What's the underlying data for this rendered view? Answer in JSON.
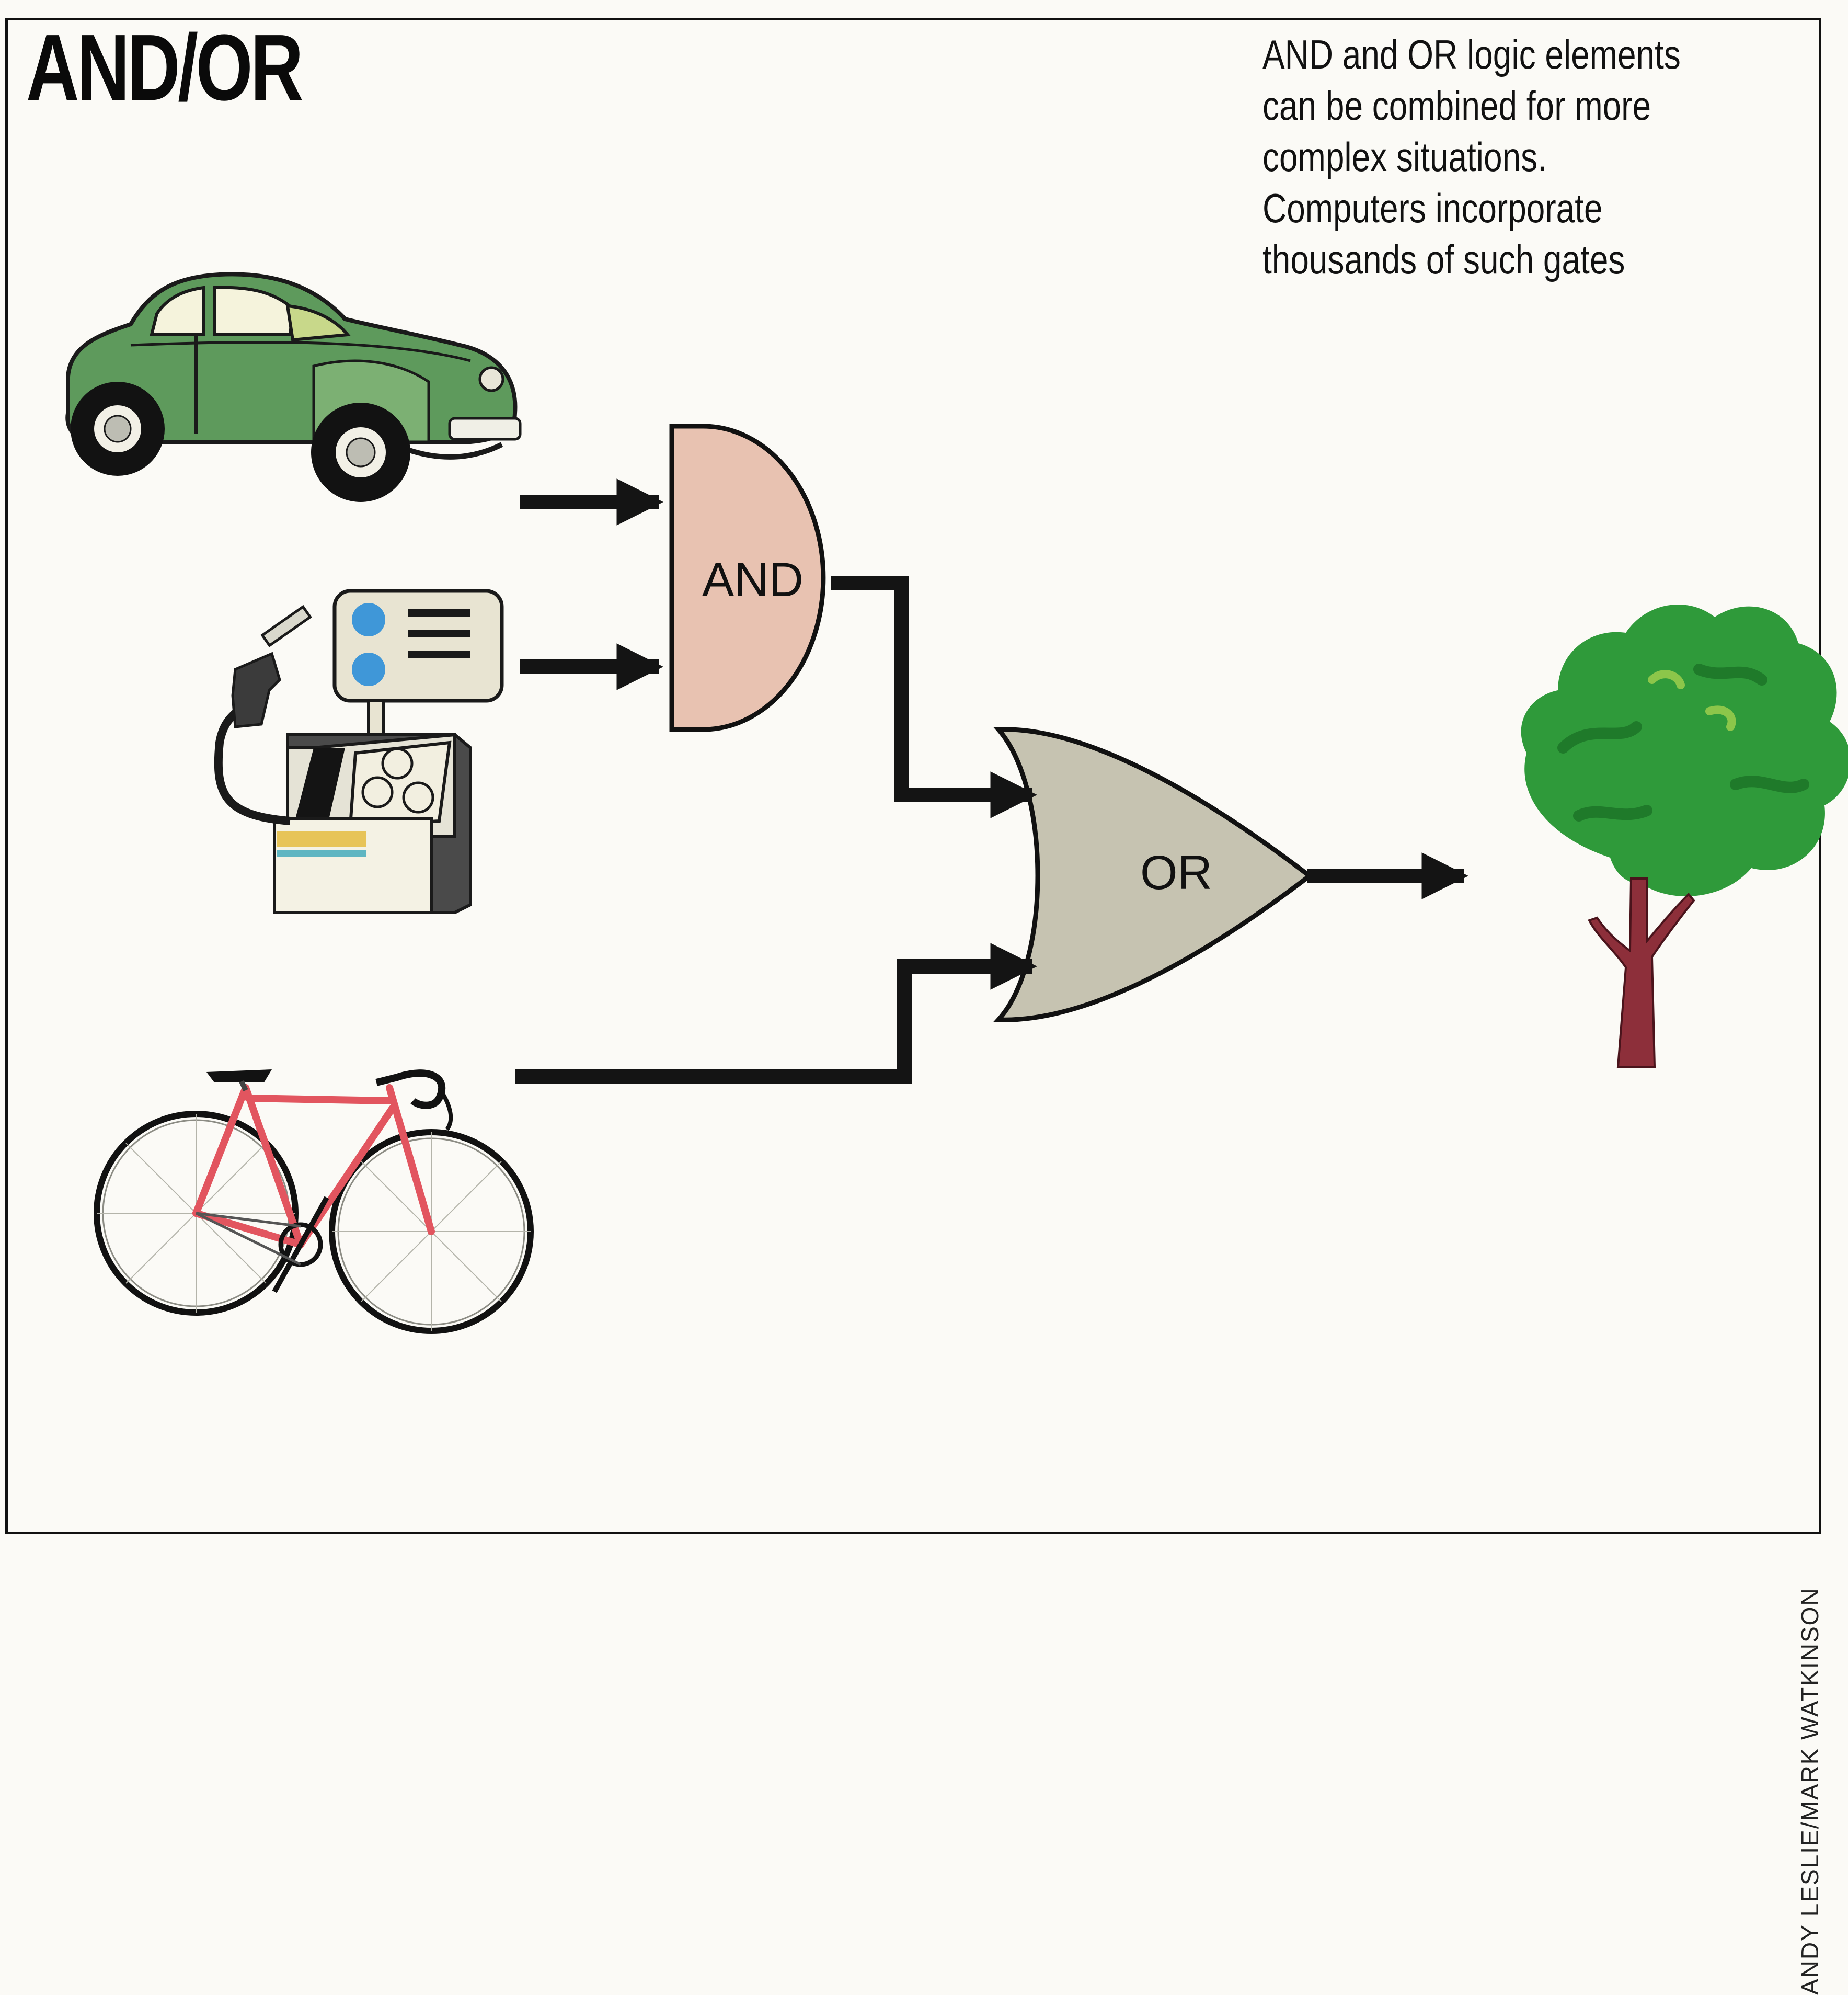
{
  "title": "AND/OR",
  "caption": [
    "AND and OR logic elements",
    "can be combined for more",
    "complex situations.",
    "Computers incorporate",
    "thousands of such gates"
  ],
  "gates": {
    "and_label": "AND",
    "or_label": "OR"
  },
  "credit": "ANDY LESLIE/MARK WATKINSON",
  "icons": [
    "car-icon",
    "fuel-pump-icon",
    "bicycle-icon",
    "tree-icon"
  ],
  "colors": {
    "car_body": "#5e9a5c",
    "and_gate_fill": "#e8c2b1",
    "or_gate_fill": "#c6c3b1",
    "tree_foliage": "#2f9a3a",
    "tree_trunk": "#8d2f3a",
    "bicycle_frame": "#e2555f",
    "wire": "#141414"
  }
}
